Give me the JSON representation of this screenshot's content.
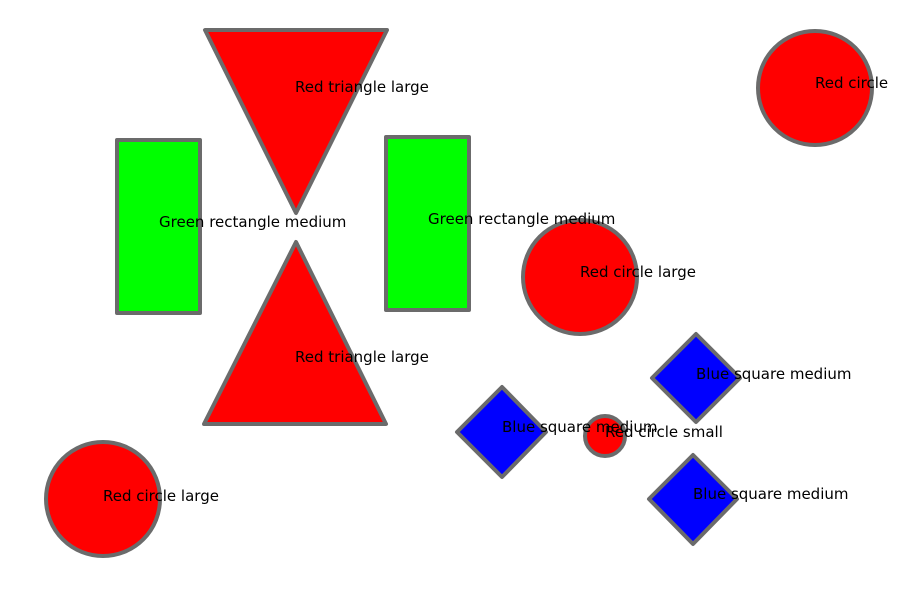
{
  "colors": {
    "red": "#ff0000",
    "green": "#00ff00",
    "blue": "#0000ff",
    "outline": "#6b6b6b",
    "text": "#000000"
  },
  "shapes": [
    {
      "id": "triangle-top",
      "kind": "triangle-down",
      "color": "red",
      "label": "Red triangle large"
    },
    {
      "id": "triangle-bottom",
      "kind": "triangle-up",
      "color": "red",
      "label": "Red triangle large"
    },
    {
      "id": "rect-left",
      "kind": "rectangle",
      "color": "green",
      "label": "Green rectangle medium"
    },
    {
      "id": "rect-right",
      "kind": "rectangle",
      "color": "green",
      "label": "Green rectangle medium"
    },
    {
      "id": "circle-top-right",
      "kind": "circle",
      "color": "red",
      "label": "Red circle"
    },
    {
      "id": "circle-mid",
      "kind": "circle",
      "color": "red",
      "label": "Red circle large"
    },
    {
      "id": "circle-bottom-left",
      "kind": "circle",
      "color": "red",
      "label": "Red circle large"
    },
    {
      "id": "circle-small",
      "kind": "circle",
      "color": "red",
      "label": "Red circle small"
    },
    {
      "id": "diamond-left",
      "kind": "diamond",
      "color": "blue",
      "label": "Blue square medium"
    },
    {
      "id": "diamond-upper-right",
      "kind": "diamond",
      "color": "blue",
      "label": "Blue square medium"
    },
    {
      "id": "diamond-lower-right",
      "kind": "diamond",
      "color": "blue",
      "label": "Blue square medium"
    }
  ]
}
